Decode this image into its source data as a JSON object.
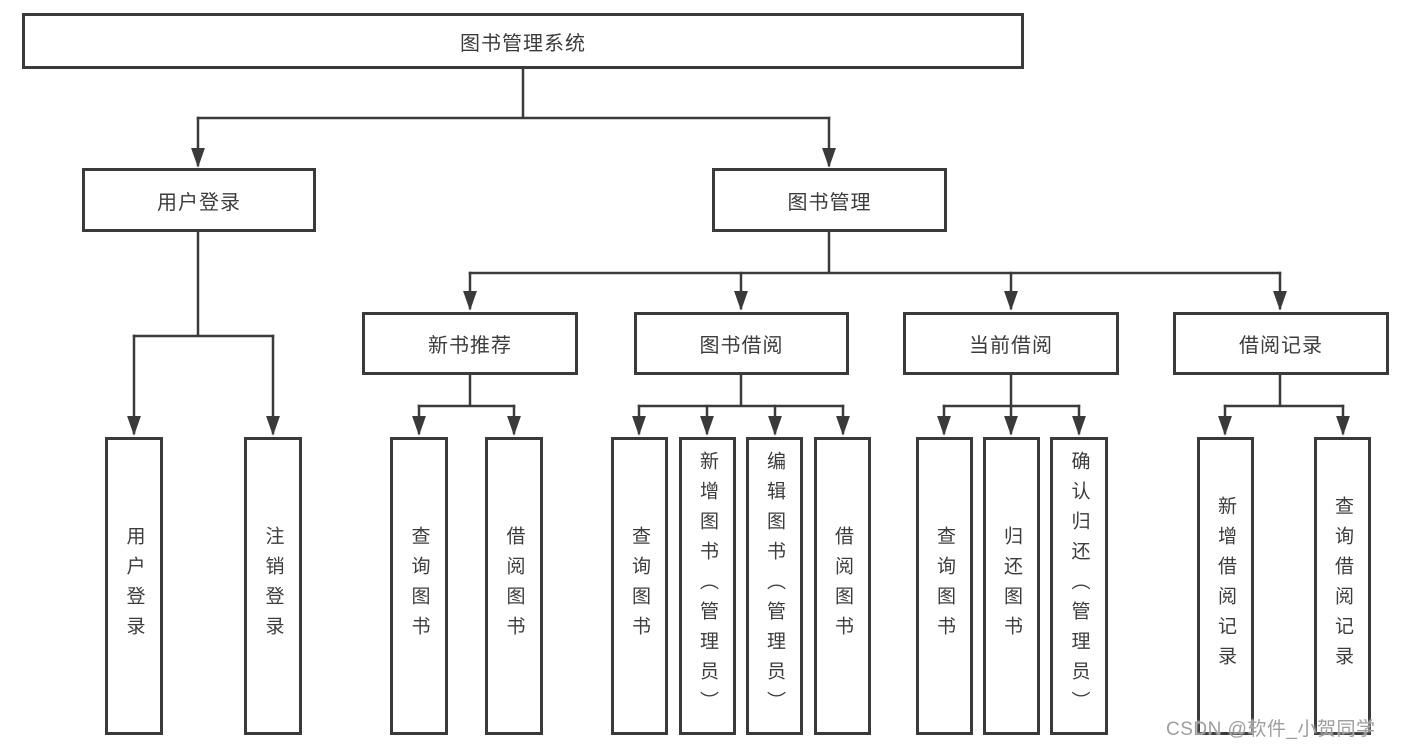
{
  "colors": {
    "line": "#3a3a3a",
    "box_border": "#3a3a3a",
    "text": "#3c3c3c",
    "watermark": "#9e9e9e",
    "background": "#ffffff"
  },
  "watermark": {
    "text": "CSDN @软件_小贺同学"
  },
  "tree": {
    "root": {
      "id": "library-management-system",
      "label": "图书管理系统"
    },
    "level2": [
      {
        "id": "user-login",
        "label": "用户登录",
        "parent": "library-management-system"
      },
      {
        "id": "book-management",
        "label": "图书管理",
        "parent": "library-management-system"
      }
    ],
    "level3": [
      {
        "id": "new-book-recommend",
        "label": "新书推荐",
        "parent": "book-management"
      },
      {
        "id": "book-borrowing",
        "label": "图书借阅",
        "parent": "book-management"
      },
      {
        "id": "current-borrowing",
        "label": "当前借阅",
        "parent": "book-management"
      },
      {
        "id": "borrowing-records",
        "label": "借阅记录",
        "parent": "book-management"
      }
    ],
    "leaves": [
      {
        "id": "user-login-action",
        "label": "用户登录",
        "parent": "user-login"
      },
      {
        "id": "logout",
        "label": "注销登录",
        "parent": "user-login"
      },
      {
        "id": "query-books-recommend",
        "label": "查询图书",
        "parent": "new-book-recommend"
      },
      {
        "id": "borrow-books-recommend",
        "label": "借阅图书",
        "parent": "new-book-recommend"
      },
      {
        "id": "query-books-borrowing",
        "label": "查询图书",
        "parent": "book-borrowing"
      },
      {
        "id": "add-books-admin",
        "label": "新增图书（管理员）",
        "parent": "book-borrowing"
      },
      {
        "id": "edit-books-admin",
        "label": "编辑图书（管理员）",
        "parent": "book-borrowing"
      },
      {
        "id": "borrow-books",
        "label": "借阅图书",
        "parent": "book-borrowing"
      },
      {
        "id": "query-books-current",
        "label": "查询图书",
        "parent": "current-borrowing"
      },
      {
        "id": "return-books",
        "label": "归还图书",
        "parent": "current-borrowing"
      },
      {
        "id": "confirm-return-admin",
        "label": "确认归还（管理员）",
        "parent": "current-borrowing"
      },
      {
        "id": "add-borrow-record",
        "label": "新增借阅记录",
        "parent": "borrowing-records"
      },
      {
        "id": "query-borrow-record",
        "label": "查询借阅记录",
        "parent": "borrowing-records"
      }
    ]
  }
}
